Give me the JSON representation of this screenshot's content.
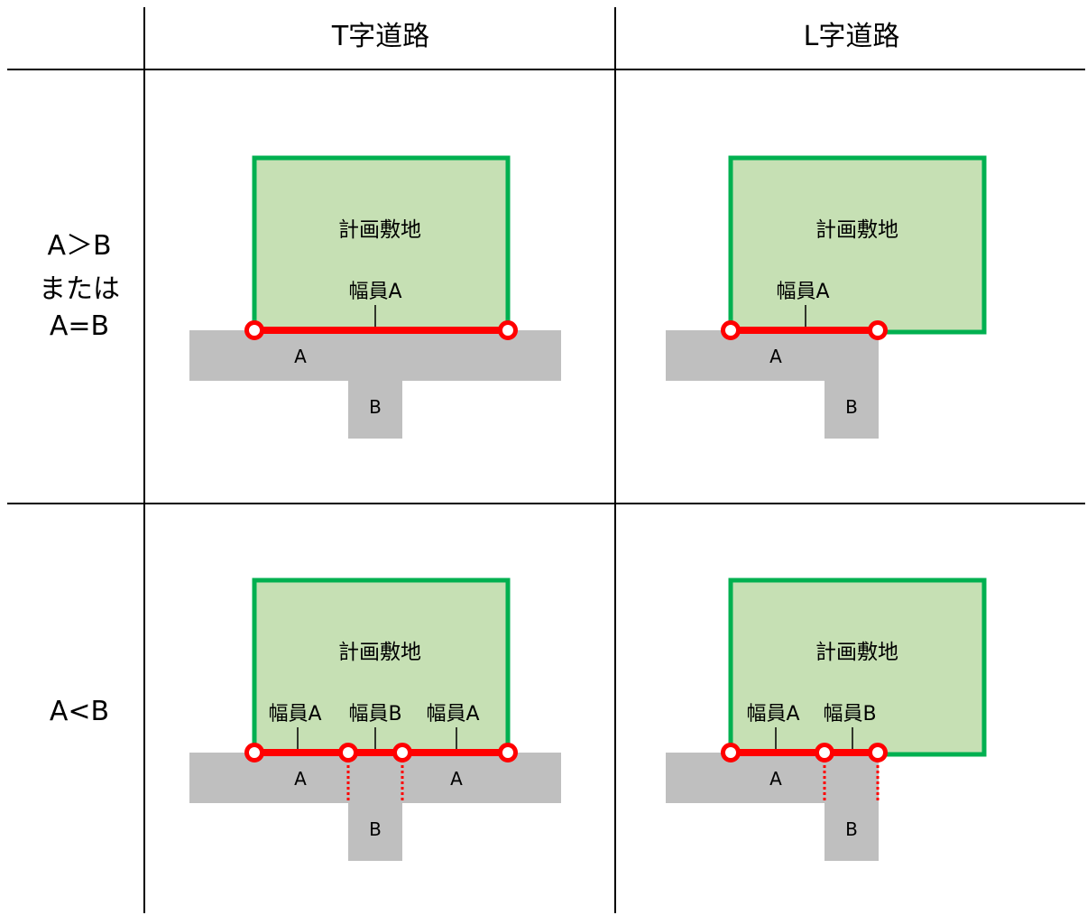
{
  "table": {
    "columns": [
      "T字道路",
      "L字道路"
    ],
    "rows": [
      {
        "label_lines": [
          "A＞B",
          "または",
          "A=B"
        ]
      },
      {
        "label_lines": [
          "A<B"
        ]
      }
    ]
  },
  "cells": {
    "r1_t": {
      "site_label": "計画敷地",
      "width_labels": [
        "幅員A"
      ],
      "road_labels": [
        "A",
        "B"
      ]
    },
    "r1_l": {
      "site_label": "計画敷地",
      "width_labels": [
        "幅員A"
      ],
      "road_labels": [
        "A",
        "B"
      ]
    },
    "r2_t": {
      "site_label": "計画敷地",
      "width_labels": [
        "幅員A",
        "幅員B",
        "幅員A"
      ],
      "road_labels": [
        "A",
        "A",
        "B"
      ]
    },
    "r2_l": {
      "site_label": "計画敷地",
      "width_labels": [
        "幅員A",
        "幅員B"
      ],
      "road_labels": [
        "A",
        "B"
      ]
    }
  },
  "colors": {
    "site_fill": "#c6e0b4",
    "site_border": "#00b050",
    "road_fill": "#bfbfbf",
    "frontage_line": "#ff0000",
    "grid_line": "#000000"
  }
}
